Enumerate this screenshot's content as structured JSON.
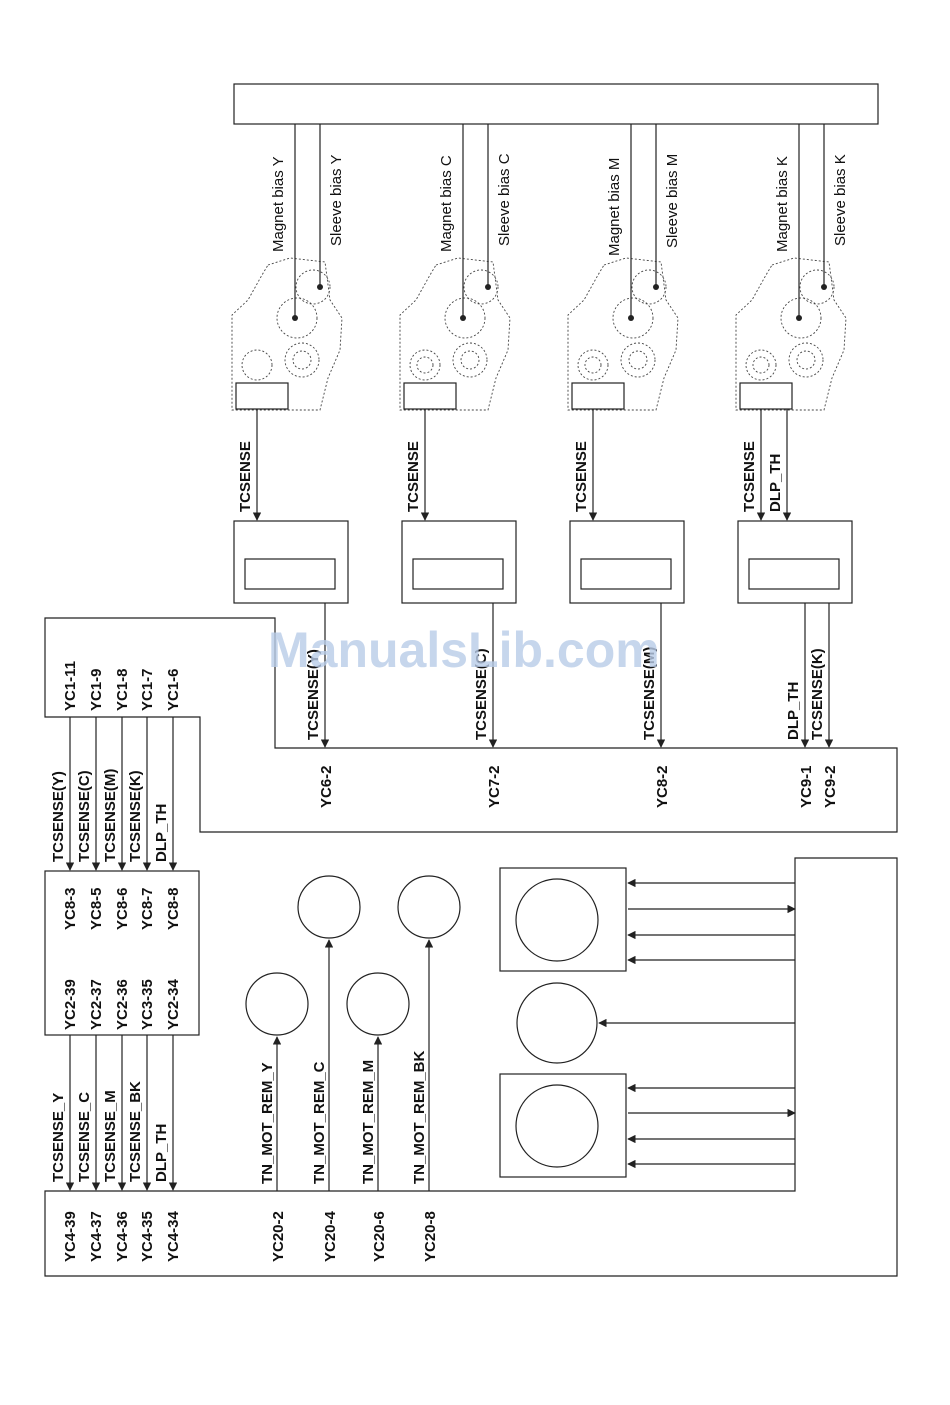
{
  "watermark": "ManualsLib.com",
  "bias_labels": {
    "y": [
      "Magnet bias Y",
      "Sleeve bias Y"
    ],
    "c": [
      "Magnet bias C",
      "Sleeve bias C"
    ],
    "m": [
      "Magnet bias M",
      "Sleeve bias M"
    ],
    "k": [
      "Magnet bias K",
      "Sleeve bias K"
    ]
  },
  "sensor_signals": {
    "y": [
      "TCSENSE"
    ],
    "c": [
      "TCSENSE"
    ],
    "m": [
      "TCSENSE"
    ],
    "k": [
      "TCSENSE",
      "DLP_TH"
    ]
  },
  "relay_outputs": {
    "y": [
      "TCSENSE(Y)"
    ],
    "c": [
      "TCSENSE(C)"
    ],
    "m": [
      "TCSENSE(M)"
    ],
    "k": [
      "DLP_TH",
      "TCSENSE(K)"
    ]
  },
  "relay_connectors": {
    "y": [
      "YC6-2"
    ],
    "c": [
      "YC7-2"
    ],
    "m": [
      "YC8-2"
    ],
    "k": [
      "YC9-1",
      "YC9-2"
    ]
  },
  "yc1_pins": [
    "YC1-11",
    "YC1-9",
    "YC1-8",
    "YC1-7",
    "YC1-6"
  ],
  "upper_signals": [
    "TCSENSE(Y)",
    "TCSENSE(C)",
    "TCSENSE(M)",
    "TCSENSE(K)",
    "DLP_TH"
  ],
  "yc8_pins": [
    "YC8-3",
    "YC8-5",
    "YC8-6",
    "YC8-7",
    "YC8-8"
  ],
  "yc2_pins": [
    "YC2-39",
    "YC2-37",
    "YC2-36",
    "YC3-35",
    "YC2-34"
  ],
  "lower_signals": [
    "TCSENSE_Y",
    "TCSENSE_C",
    "TCSENSE_M",
    "TCSENSE_BK",
    "DLP_TH"
  ],
  "yc4_pins": [
    "YC4-39",
    "YC4-37",
    "YC4-36",
    "YC4-35",
    "YC4-34"
  ],
  "motor_signals": [
    "TN_MOT_REM_Y",
    "TN_MOT_REM_C",
    "TN_MOT_REM_M",
    "TN_MOT_REM_BK"
  ],
  "yc20_pins": [
    "YC20-2",
    "YC20-4",
    "YC20-6",
    "YC20-8"
  ]
}
